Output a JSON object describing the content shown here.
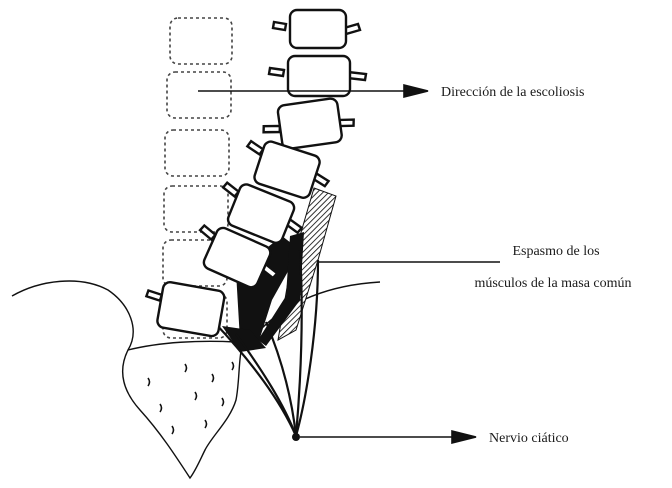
{
  "labels": {
    "scoliosis_direction": "Dirección de la escoliosis",
    "muscle_spasm_line1": "Espasmo de los",
    "muscle_spasm_line2": "músculos de la masa común",
    "sciatic_nerve": "Nervio ciático"
  }
}
